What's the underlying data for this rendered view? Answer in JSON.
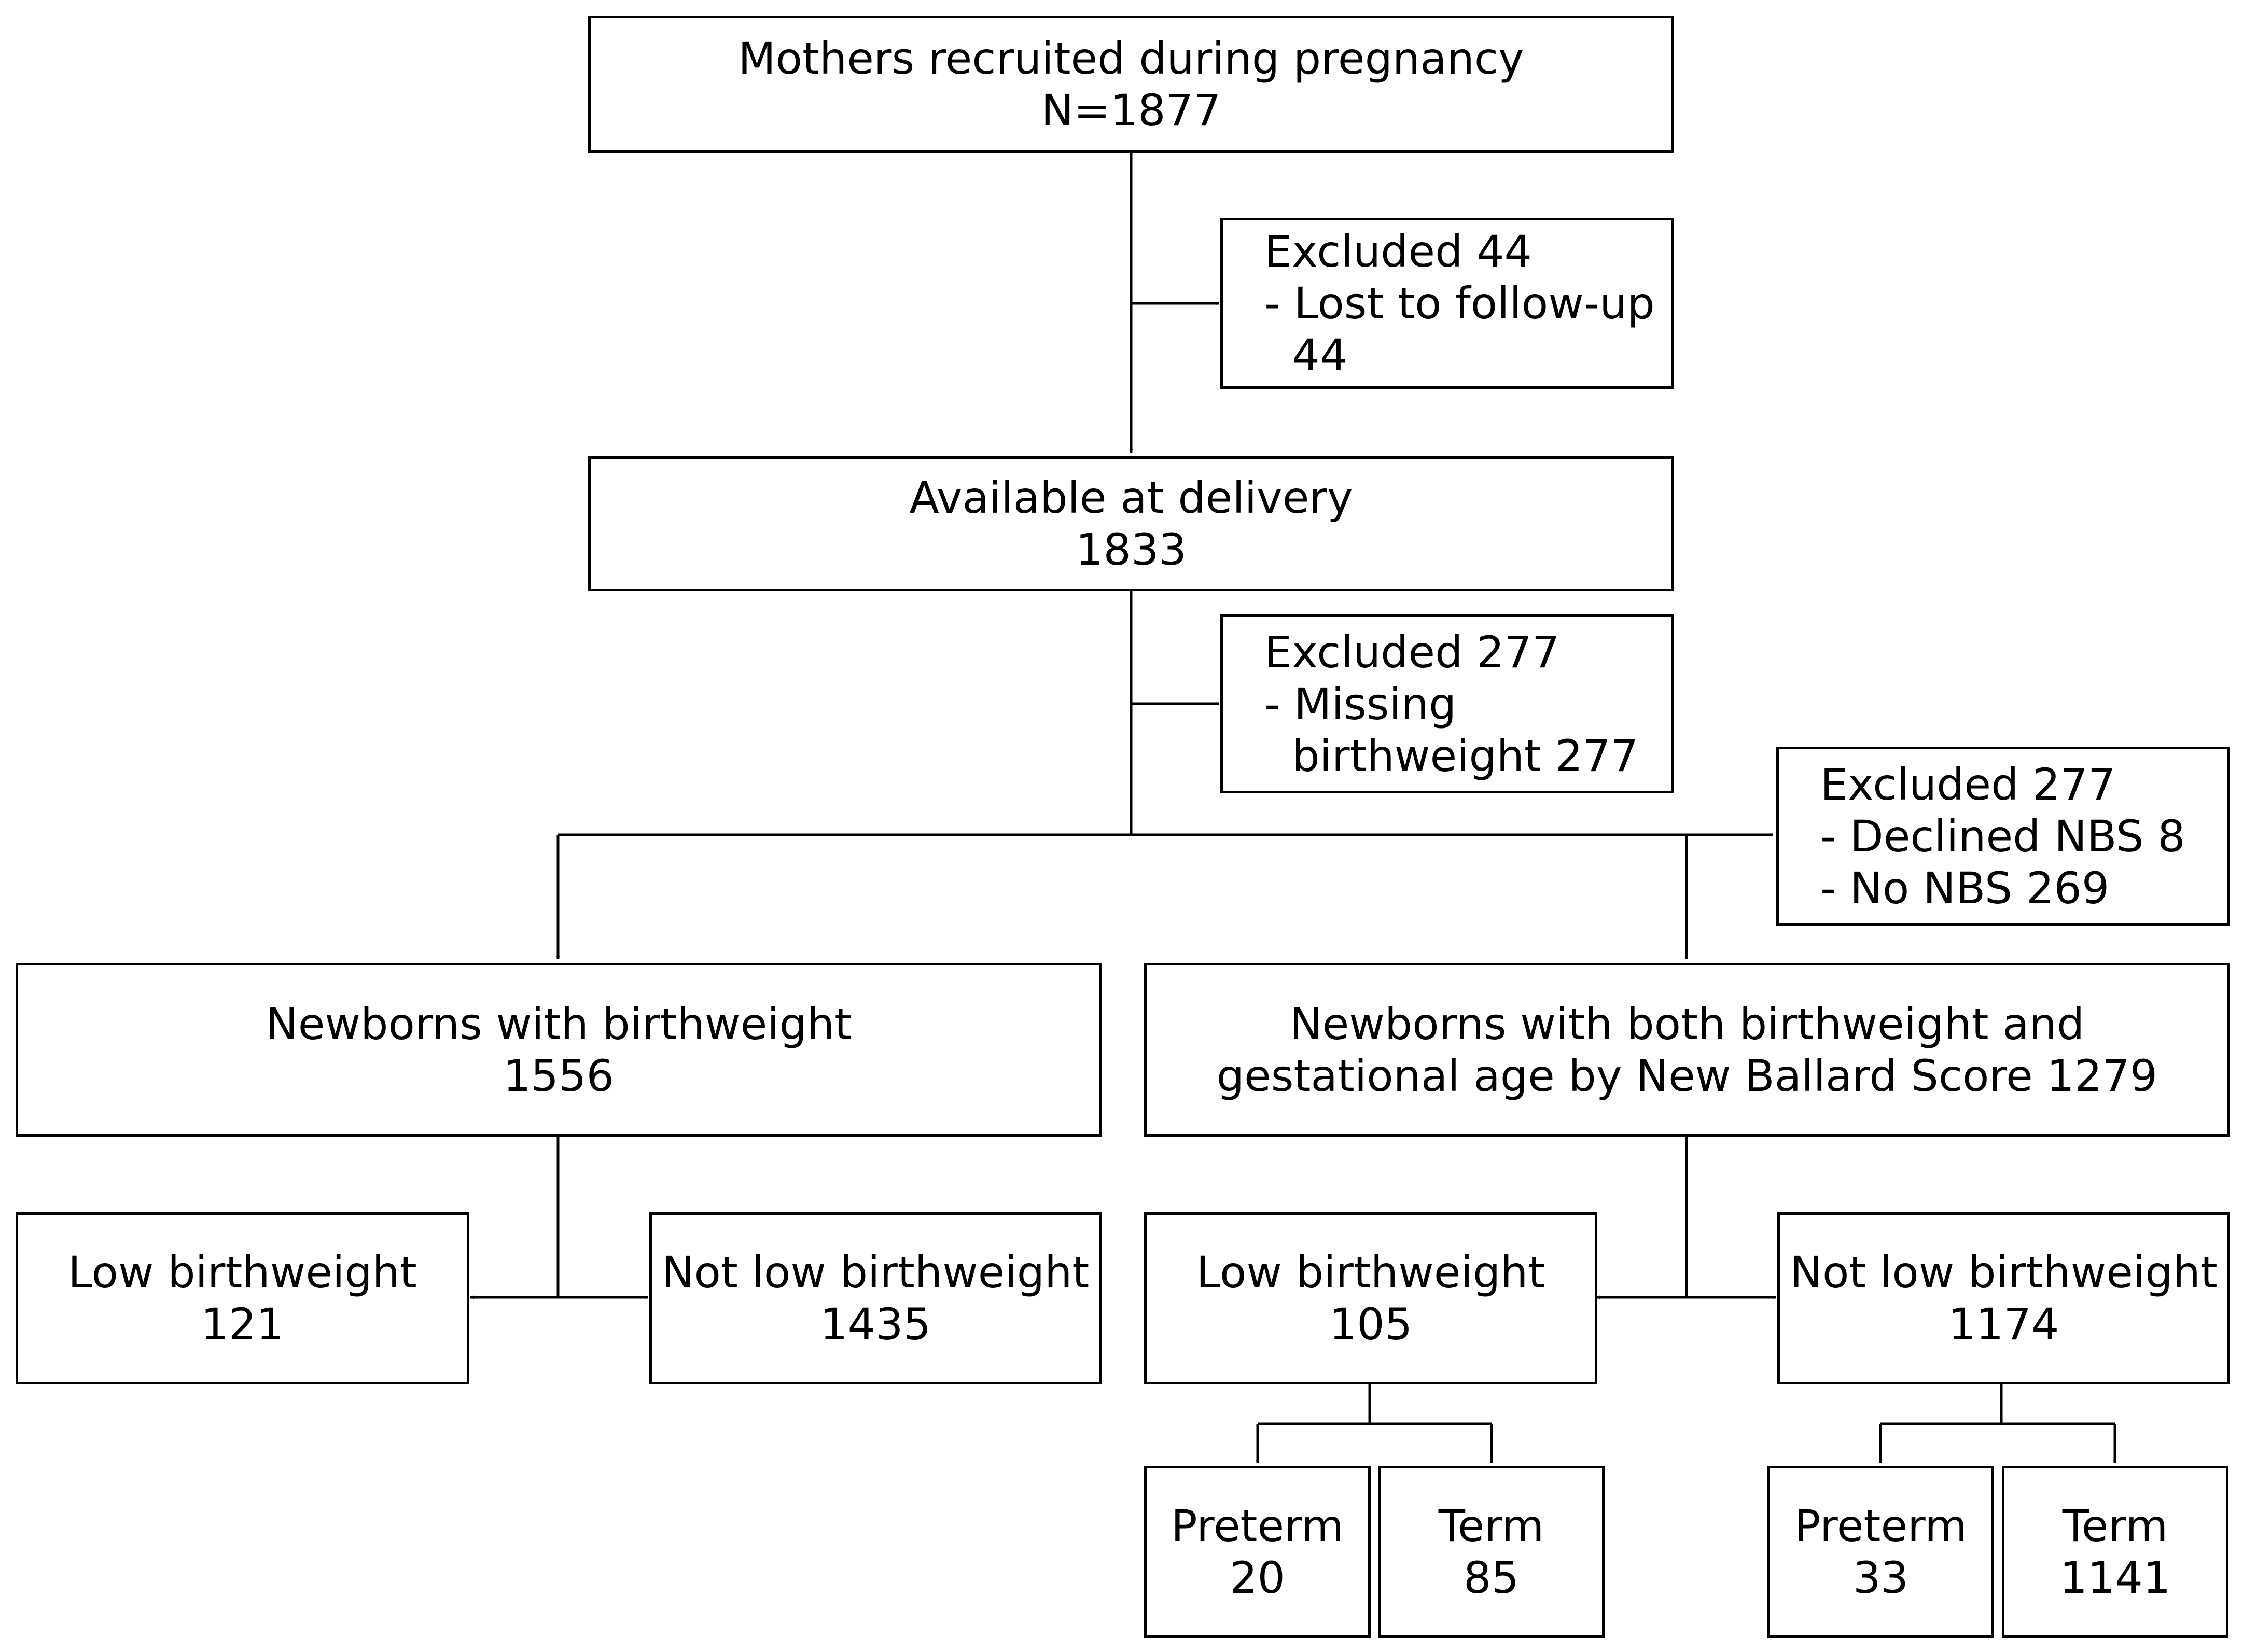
{
  "recruited": {
    "title": "Mothers recruited during pregnancy",
    "count": "N=1877"
  },
  "excluded_1": {
    "title": "Excluded 44",
    "reason_line1": "- Lost to follow-up",
    "reason_line2": "  44"
  },
  "delivery": {
    "title": "Available at delivery",
    "count": "1833"
  },
  "excluded_2": {
    "title": "Excluded 277",
    "reason_line1": "- Missing",
    "reason_line2": "  birthweight 277"
  },
  "excluded_3": {
    "title": "Excluded 277",
    "reason_line1": "- Declined NBS 8",
    "reason_line2": "- No NBS 269"
  },
  "bw_cohort": {
    "title": "Newborns with birthweight",
    "count": "1556"
  },
  "ga_cohort": {
    "line1": "Newborns with both birthweight and",
    "line2": "gestational age by New Ballard Score 1279"
  },
  "bw_low": {
    "label": "Low birthweight",
    "count": "121"
  },
  "bw_not_low": {
    "label": "Not low birthweight",
    "count": "1435"
  },
  "ga_low": {
    "label": "Low birthweight",
    "count": "105"
  },
  "ga_not_low": {
    "label": "Not low birthweight",
    "count": "1174"
  },
  "ga_low_preterm": {
    "label": "Preterm",
    "count": "20"
  },
  "ga_low_term": {
    "label": "Term",
    "count": "85"
  },
  "ga_not_low_preterm": {
    "label": "Preterm",
    "count": "33"
  },
  "ga_not_low_term": {
    "label": "Term",
    "count": "1141"
  }
}
